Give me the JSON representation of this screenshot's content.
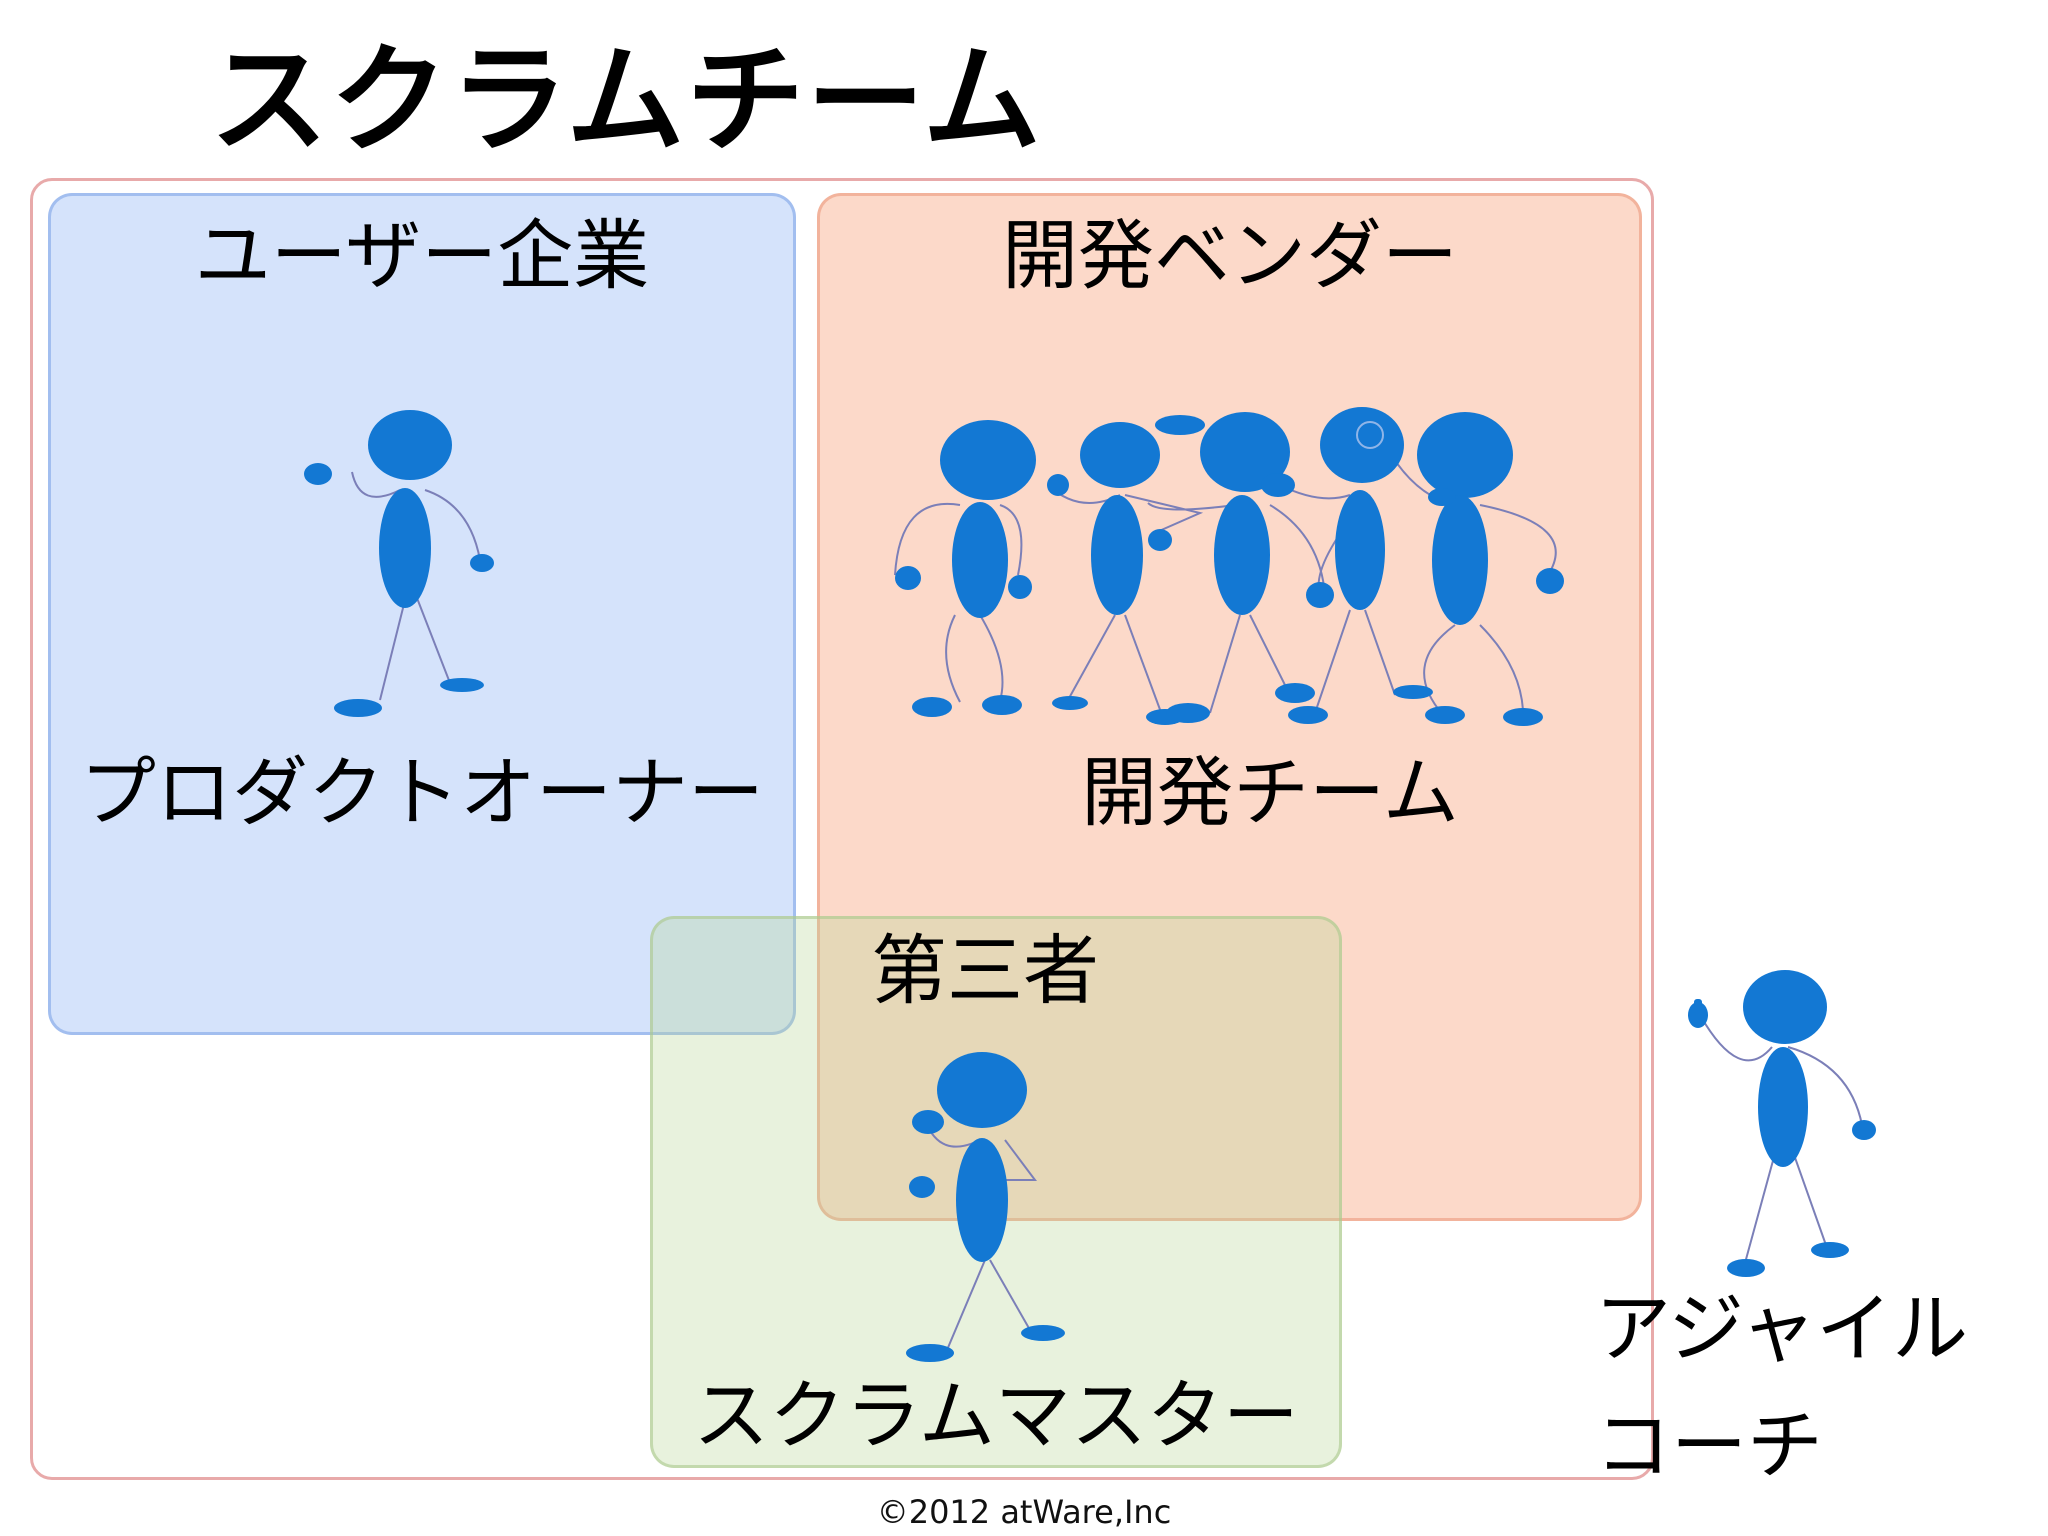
{
  "title": "スクラムチーム",
  "groups": {
    "user_company": "ユーザー企業",
    "dev_vendor": "開発ベンダー",
    "third_party": "第三者"
  },
  "roles": {
    "product_owner": "プロダクトオーナー",
    "dev_team": "開発チーム",
    "scrum_master": "スクラムマスター",
    "agile_coach_line1": "アジャイル",
    "agile_coach_line2": "コーチ"
  },
  "footer": "©2012 atWare,Inc",
  "colors": {
    "figure_fill": "#1378d3",
    "figure_limb": "#7b7fb8",
    "frame_border": "#e8aaaa",
    "user_region": "#b3cdf5",
    "vendor_region": "#f9c6b1",
    "third_region": "#dbeac9"
  }
}
